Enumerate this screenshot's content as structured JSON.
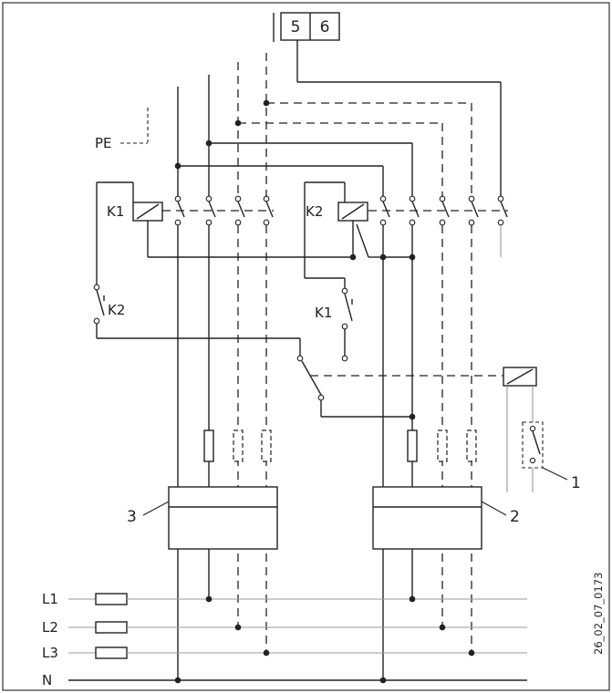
{
  "terminal_labels": [
    "5",
    "6"
  ],
  "pe_label": "PE",
  "relays": {
    "k1_coil": "K1",
    "k2_coil": "K2",
    "k2_interlock_contact": "K2",
    "k1_interlock_contact": "K1"
  },
  "supply_labels": [
    "L1",
    "L2",
    "L3",
    "N"
  ],
  "callouts": {
    "sensor": "1",
    "unit_right": "2",
    "unit_left": "3"
  },
  "drawing_id": "26_02_07_0173",
  "colors": {
    "line": "#222222",
    "gray_wire": "#999999",
    "background": "#ffffff"
  }
}
